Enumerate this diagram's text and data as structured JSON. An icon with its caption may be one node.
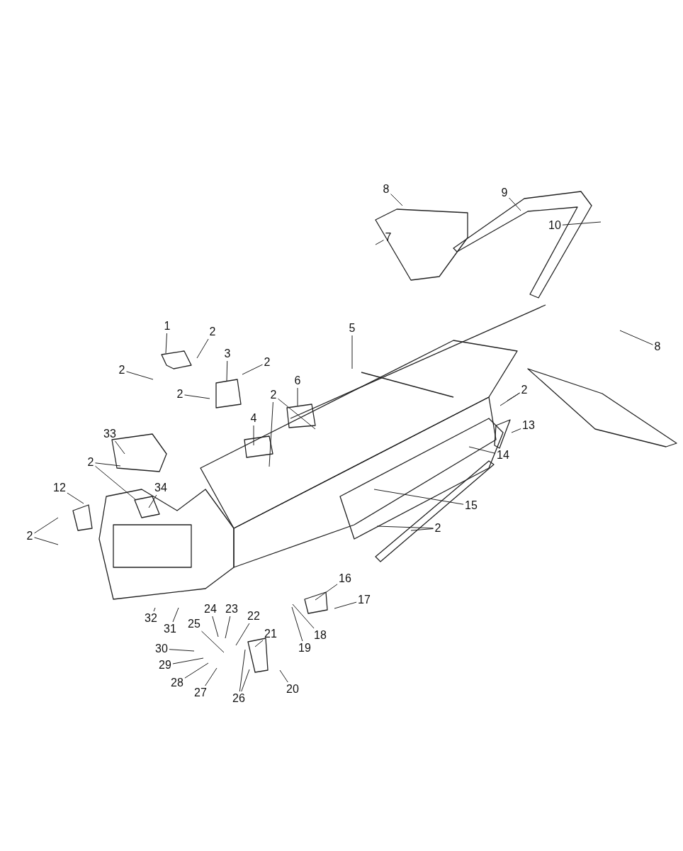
{
  "diagram": {
    "nodes": [
      {
        "text": [
          "8"
        ]
      },
      {
        "text": [
          "9"
        ]
      },
      {
        "text": [
          "10"
        ]
      },
      {
        "text": [
          "7"
        ]
      },
      {
        "text": [
          "5"
        ]
      },
      {
        "text": [
          "8"
        ]
      },
      {
        "text": [
          "1"
        ]
      },
      {
        "text": [
          "2"
        ]
      },
      {
        "text": [
          "3"
        ]
      },
      {
        "text": [
          "2"
        ]
      },
      {
        "text": [
          "2"
        ]
      },
      {
        "text": [
          "2"
        ]
      },
      {
        "text": [
          "6"
        ]
      },
      {
        "text": [
          "2"
        ]
      },
      {
        "text": [
          "2"
        ]
      },
      {
        "text": [
          "4"
        ]
      },
      {
        "text": [
          "13"
        ]
      },
      {
        "text": [
          "33"
        ]
      },
      {
        "text": [
          "14"
        ]
      },
      {
        "text": [
          "2"
        ]
      },
      {
        "text": [
          "12"
        ]
      },
      {
        "text": [
          "34"
        ]
      },
      {
        "text": [
          "15"
        ]
      },
      {
        "text": [
          "2"
        ]
      },
      {
        "text": [
          "2"
        ]
      },
      {
        "text": [
          "16"
        ]
      },
      {
        "text": [
          "17"
        ]
      },
      {
        "text": [
          "32"
        ]
      },
      {
        "text": [
          "31"
        ]
      },
      {
        "text": [
          "24"
        ]
      },
      {
        "text": [
          "23"
        ]
      },
      {
        "text": [
          "22"
        ]
      },
      {
        "text": [
          "21"
        ]
      },
      {
        "text": [
          "25"
        ]
      },
      {
        "text": [
          "18"
        ]
      },
      {
        "text": [
          "19"
        ]
      },
      {
        "text": [
          "30"
        ]
      },
      {
        "text": [
          "29"
        ]
      },
      {
        "text": [
          "28"
        ]
      },
      {
        "text": [
          "27"
        ]
      },
      {
        "text": [
          "26"
        ]
      },
      {
        "text": [
          "20"
        ]
      }
    ],
    "edges": [
      {
        "from": 0,
        "to": null,
        "arrow": "none"
      },
      {
        "from": 1,
        "to": null,
        "arrow": "none"
      },
      {
        "from": 2,
        "to": null,
        "arrow": "none"
      },
      {
        "from": 3,
        "to": null,
        "arrow": "none"
      },
      {
        "from": 4,
        "to": null,
        "arrow": "none"
      },
      {
        "from": 5,
        "to": null,
        "arrow": "none"
      },
      {
        "from": 6,
        "to": null,
        "arrow": "none"
      },
      {
        "from": 7,
        "to": null,
        "arrow": "none"
      },
      {
        "from": 8,
        "to": null,
        "arrow": "none"
      },
      {
        "from": 9,
        "to": null,
        "arrow": "none"
      },
      {
        "from": 10,
        "to": null,
        "arrow": "none"
      },
      {
        "from": 11,
        "to": null,
        "arrow": "none"
      },
      {
        "from": 12,
        "to": null,
        "arrow": "none"
      },
      {
        "from": 13,
        "to": null,
        "arrow": "none"
      },
      {
        "from": 13,
        "to": null,
        "arrow": "none"
      },
      {
        "from": 14,
        "to": null,
        "arrow": "none"
      },
      {
        "from": 14,
        "to": null,
        "arrow": "none"
      },
      {
        "from": 15,
        "to": null,
        "arrow": "none"
      },
      {
        "from": 16,
        "to": null,
        "arrow": "none"
      },
      {
        "from": 17,
        "to": null,
        "arrow": "none"
      },
      {
        "from": 18,
        "to": null,
        "arrow": "none"
      },
      {
        "from": 19,
        "to": null,
        "arrow": "none"
      },
      {
        "from": 19,
        "to": null,
        "arrow": "none"
      },
      {
        "from": 20,
        "to": null,
        "arrow": "none"
      },
      {
        "from": 21,
        "to": null,
        "arrow": "none"
      },
      {
        "from": 22,
        "to": null,
        "arrow": "none"
      },
      {
        "from": 23,
        "to": null,
        "arrow": "none"
      },
      {
        "from": 23,
        "to": null,
        "arrow": "none"
      },
      {
        "from": 24,
        "to": null,
        "arrow": "none"
      },
      {
        "from": 24,
        "to": null,
        "arrow": "none"
      },
      {
        "from": 25,
        "to": null,
        "arrow": "none"
      },
      {
        "from": 26,
        "to": null,
        "arrow": "none"
      },
      {
        "from": 27,
        "to": null,
        "arrow": "none"
      },
      {
        "from": 28,
        "to": null,
        "arrow": "none"
      },
      {
        "from": 29,
        "to": null,
        "arrow": "none"
      },
      {
        "from": 30,
        "to": null,
        "arrow": "none"
      },
      {
        "from": 31,
        "to": null,
        "arrow": "none"
      },
      {
        "from": 32,
        "to": null,
        "arrow": "none"
      },
      {
        "from": 33,
        "to": null,
        "arrow": "none"
      },
      {
        "from": 34,
        "to": null,
        "arrow": "none"
      },
      {
        "from": 35,
        "to": null,
        "arrow": "none"
      },
      {
        "from": 36,
        "to": null,
        "arrow": "none"
      },
      {
        "from": 37,
        "to": null,
        "arrow": "none"
      },
      {
        "from": 38,
        "to": null,
        "arrow": "none"
      },
      {
        "from": 39,
        "to": null,
        "arrow": "none"
      },
      {
        "from": 40,
        "to": null,
        "arrow": "none"
      },
      {
        "from": 40,
        "to": null,
        "arrow": "none"
      },
      {
        "from": 41,
        "to": null,
        "arrow": "none"
      }
    ]
  }
}
